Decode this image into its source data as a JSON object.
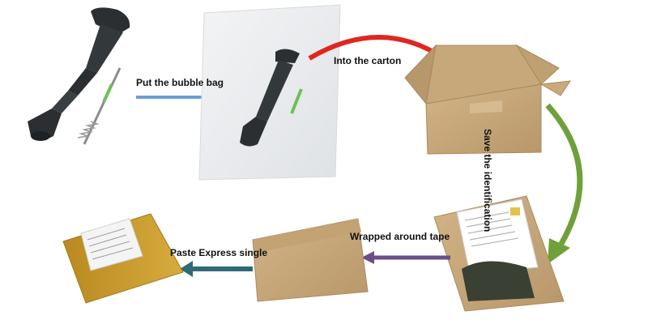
{
  "steps": {
    "step1": "Put the bubble bag",
    "step2": "Into the carton",
    "step3": "Save the identification",
    "step4": "Wrapped around tape",
    "step5": "Paste Express single"
  },
  "colors": {
    "arrow1": "#6a9fd1",
    "arrow2": "#e0271f",
    "arrow3": "#6fa03a",
    "arrow4": "#6a4f86",
    "arrow5": "#2f6a78",
    "carton": "#c4a476",
    "carton_dark": "#a98a5d",
    "tape": "#c99a2b",
    "part": "#2b2f31",
    "bubble_bag": "#eef0f2"
  },
  "icons": [
    "ignition-coil-icon",
    "spring-icon",
    "bubble-bag-icon",
    "open-carton-icon",
    "manual-paper-icon",
    "sealed-carton-icon",
    "shipping-label-icon"
  ]
}
